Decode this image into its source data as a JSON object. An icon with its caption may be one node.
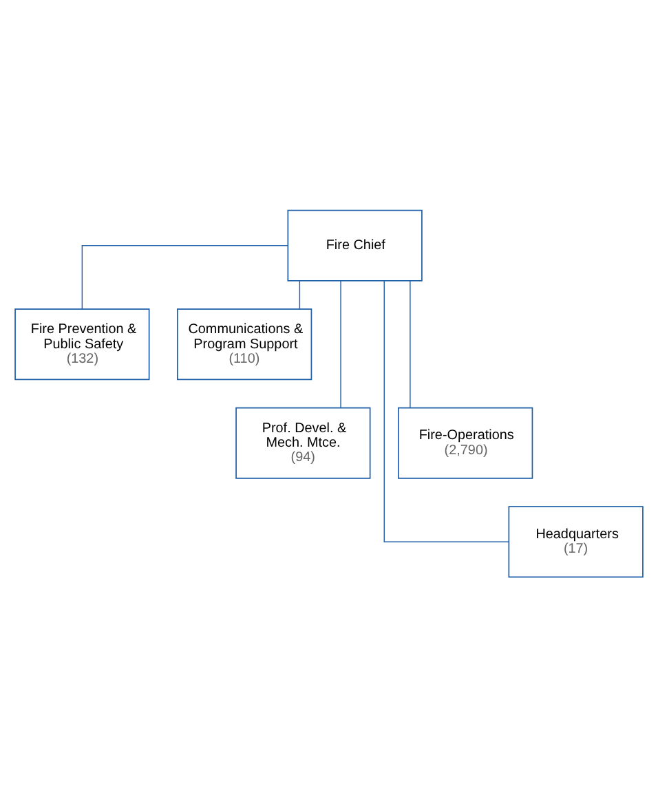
{
  "diagram": {
    "nodes": [
      {
        "text": [
          "Fire Chief"
        ]
      },
      {
        "text": [
          "Fire Prevention & Public Safety",
          "(132)"
        ]
      },
      {
        "text": [
          "Communications & Program Support",
          "(110)"
        ]
      },
      {
        "text": [
          "Prof. Devel. & Mech. Mtce.",
          "(94)"
        ]
      },
      {
        "text": [
          "Fire-Operations",
          "(2,790)"
        ]
      },
      {
        "text": [
          "Headquarters",
          "(17)"
        ]
      }
    ],
    "edges": [
      {
        "from": 0,
        "to": 1,
        "arrow": "none"
      },
      {
        "from": 0,
        "to": 2,
        "arrow": "none"
      },
      {
        "from": 0,
        "to": 3,
        "arrow": "none"
      },
      {
        "from": 0,
        "to": 4,
        "arrow": "none"
      },
      {
        "from": 0,
        "to": 5,
        "arrow": "none"
      }
    ]
  }
}
